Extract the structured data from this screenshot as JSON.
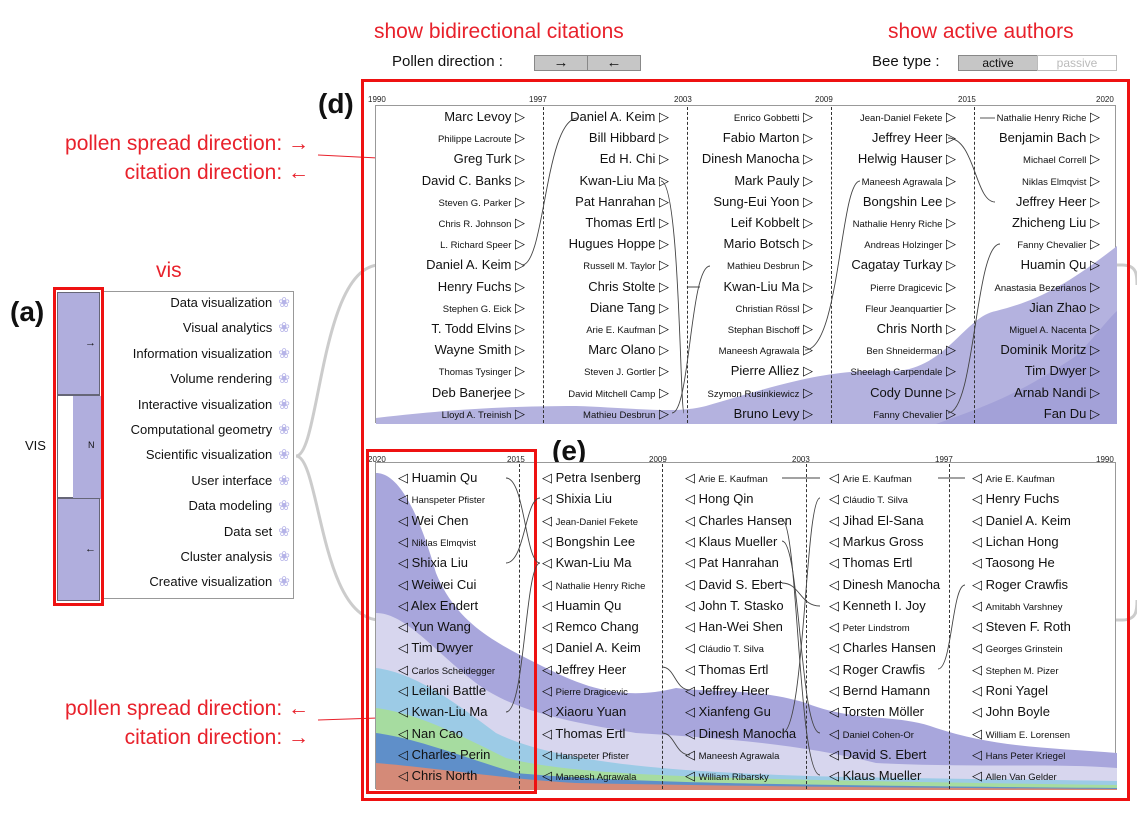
{
  "captions": {
    "bidirectional": "show bidirectional citations",
    "active_authors": "show active authors",
    "vis": "vis",
    "top_pollen": "pollen spread direction: →",
    "top_citation": "citation direction: ←",
    "bot_pollen": "pollen spread direction: ←",
    "bot_citation": "citation direction: →"
  },
  "controls": {
    "pollen_label": "Pollen direction :",
    "arrow_right": "→",
    "arrow_left": "←",
    "bee_label": "Bee type :",
    "active": "active",
    "passive": "passive"
  },
  "panel_labels": {
    "a": "(a)",
    "d": "(d)",
    "e": "(e)"
  },
  "side": {
    "root": "VIS",
    "cells": [
      "→",
      "N",
      "←"
    ],
    "keywords": [
      "Data visualization",
      "Visual analytics",
      "Information visualization",
      "Volume rendering",
      "Interactive visualization",
      "Computational geometry",
      "Scientific visualization",
      "User interface",
      "Data modeling",
      "Data set",
      "Cluster analysis",
      "Creative visualization"
    ]
  },
  "top": {
    "years": [
      "1990",
      "1997",
      "2003",
      "2009",
      "2015",
      "2020"
    ],
    "columns": [
      [
        "Marc Levoy",
        "Philippe Lacroute",
        "Greg Turk",
        "David C. Banks",
        "Steven G. Parker",
        "Chris R. Johnson",
        "L. Richard Speer",
        "Daniel A. Keim",
        "Henry Fuchs",
        "Stephen G. Eick",
        "T. Todd Elvins",
        "Wayne Smith",
        "Thomas Tysinger",
        "Deb Banerjee",
        "Lloyd A. Treinish"
      ],
      [
        "Daniel A. Keim",
        "Bill Hibbard",
        "Ed H. Chi",
        "Kwan-Liu Ma",
        "Pat Hanrahan",
        "Thomas Ertl",
        "Hugues Hoppe",
        "Russell M. Taylor",
        "Chris Stolte",
        "Diane Tang",
        "Arie E. Kaufman",
        "Marc Olano",
        "Steven J. Gortler",
        "David Mitchell Camp",
        "Mathieu Desbrun"
      ],
      [
        "Enrico Gobbetti",
        "Fabio Marton",
        "Dinesh Manocha",
        "Mark Pauly",
        "Sung-Eui Yoon",
        "Leif Kobbelt",
        "Mario Botsch",
        "Mathieu Desbrun",
        "Kwan-Liu Ma",
        "Christian Rössl",
        "Stephan Bischoff",
        "Maneesh Agrawala",
        "Pierre Alliez",
        "Szymon Rusinkiewicz",
        "Bruno Levy"
      ],
      [
        "Jean-Daniel Fekete",
        "Jeffrey Heer",
        "Helwig Hauser",
        "Maneesh Agrawala",
        "Bongshin Lee",
        "Nathalie Henry Riche",
        "Andreas Holzinger",
        "Cagatay Turkay",
        "Pierre Dragicevic",
        "Fleur Jeanquartier",
        "Chris North",
        "Ben Shneiderman",
        "Sheelagh Carpendale",
        "Cody Dunne",
        "Fanny Chevalier"
      ],
      [
        "Nathalie Henry Riche",
        "Benjamin Bach",
        "Michael Correll",
        "Niklas Elmqvist",
        "Jeffrey Heer",
        "Zhicheng Liu",
        "Fanny Chevalier",
        "Huamin Qu",
        "Anastasia Bezerianos",
        "Jian Zhao",
        "Miguel A. Nacenta",
        "Dominik Moritz",
        "Tim Dwyer",
        "Arnab Nandi",
        "Fan Du"
      ]
    ]
  },
  "bottom": {
    "years": [
      "2020",
      "2015",
      "2009",
      "2003",
      "1997",
      "1990"
    ],
    "columns": [
      [
        "Huamin Qu",
        "Hanspeter Pfister",
        "Wei Chen",
        "Niklas Elmqvist",
        "Shixia Liu",
        "Weiwei Cui",
        "Alex Endert",
        "Yun Wang",
        "Tim Dwyer",
        "Carlos Scheidegger",
        "Leilani Battle",
        "Kwan-Liu Ma",
        "Nan Cao",
        "Charles Perin",
        "Chris North"
      ],
      [
        "Petra Isenberg",
        "Shixia Liu",
        "Jean-Daniel Fekete",
        "Bongshin Lee",
        "Kwan-Liu Ma",
        "Nathalie Henry Riche",
        "Huamin Qu",
        "Remco Chang",
        "Daniel A. Keim",
        "Jeffrey Heer",
        "Pierre Dragicevic",
        "Xiaoru Yuan",
        "Thomas Ertl",
        "Hanspeter Pfister",
        "Maneesh Agrawala"
      ],
      [
        "Arie E. Kaufman",
        "Hong Qin",
        "Charles Hansen",
        "Klaus Mueller",
        "Pat Hanrahan",
        "David S. Ebert",
        "John T. Stasko",
        "Han-Wei Shen",
        "Cláudio T. Silva",
        "Thomas Ertl",
        "Jeffrey Heer",
        "Xianfeng Gu",
        "Dinesh Manocha",
        "Maneesh Agrawala",
        "William Ribarsky"
      ],
      [
        "Arie E. Kaufman",
        "Cláudio T. Silva",
        "Jihad El-Sana",
        "Markus Gross",
        "Thomas Ertl",
        "Dinesh Manocha",
        "Kenneth I. Joy",
        "Peter Lindstrom",
        "Charles Hansen",
        "Roger Crawfis",
        "Bernd Hamann",
        "Torsten Möller",
        "Daniel Cohen-Or",
        "David S. Ebert",
        "Klaus Mueller"
      ],
      [
        "Arie E. Kaufman",
        "Henry Fuchs",
        "Daniel A. Keim",
        "Lichan Hong",
        "Taosong He",
        "Roger Crawfis",
        "Amitabh Varshney",
        "Steven F. Roth",
        "Georges Grinstein",
        "Stephen M. Pizer",
        "Roni Yagel",
        "John Boyle",
        "William E. Lorensen",
        "Hans Peter Kriegel",
        "Allen Van Gelder"
      ]
    ]
  },
  "colors": {
    "accent_red": "#e8212b",
    "stream_purple": "#9c9ad6",
    "stream_light": "#d7d6ee"
  }
}
